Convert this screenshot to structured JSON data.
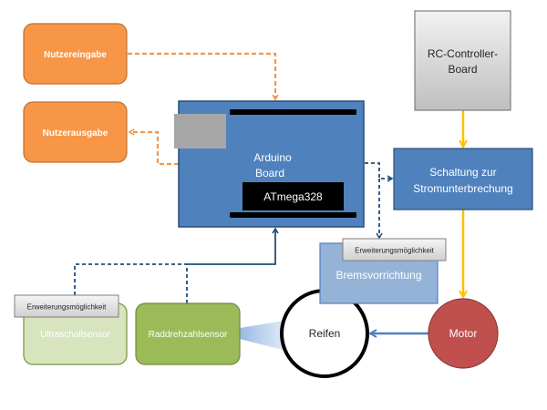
{
  "diagram": {
    "nodes": {
      "user_input": {
        "label": "Nutzereingabe",
        "color": "#F79646"
      },
      "user_output": {
        "label": "Nutzerausgabe",
        "color": "#F79646"
      },
      "arduino": {
        "label_line1": "Arduino",
        "label_line2": "Board",
        "color": "#4F81BD"
      },
      "chip": {
        "label": "ATmega328"
      },
      "rc_controller": {
        "label_line1": "RC-Controller-",
        "label_line2": "Board"
      },
      "power_cutoff": {
        "label_line1": "Schaltung zur",
        "label_line2": "Stromunterbrechung",
        "color": "#4F81BD"
      },
      "brake": {
        "label": "Bremsvorrichtung",
        "color": "#95B3D7"
      },
      "ultrasonic": {
        "label": "Ultraschallsensor",
        "color": "#D7E4BD"
      },
      "wheel_speed": {
        "label": "Raddrehzahlsensor",
        "color": "#9BBB59"
      },
      "tire": {
        "label": "Reifen"
      },
      "motor": {
        "label": "Motor",
        "color": "#C0504D"
      }
    },
    "tags": {
      "brake_extension": "Erweiterungsmöglichkeit",
      "ultrasonic_extension": "Erweiterungsmöglichkeit"
    },
    "connection_colors": {
      "user_io": "#F79646",
      "signal": "#1F4E79",
      "power": "#FFC000",
      "drive": "#4F81BD"
    }
  }
}
